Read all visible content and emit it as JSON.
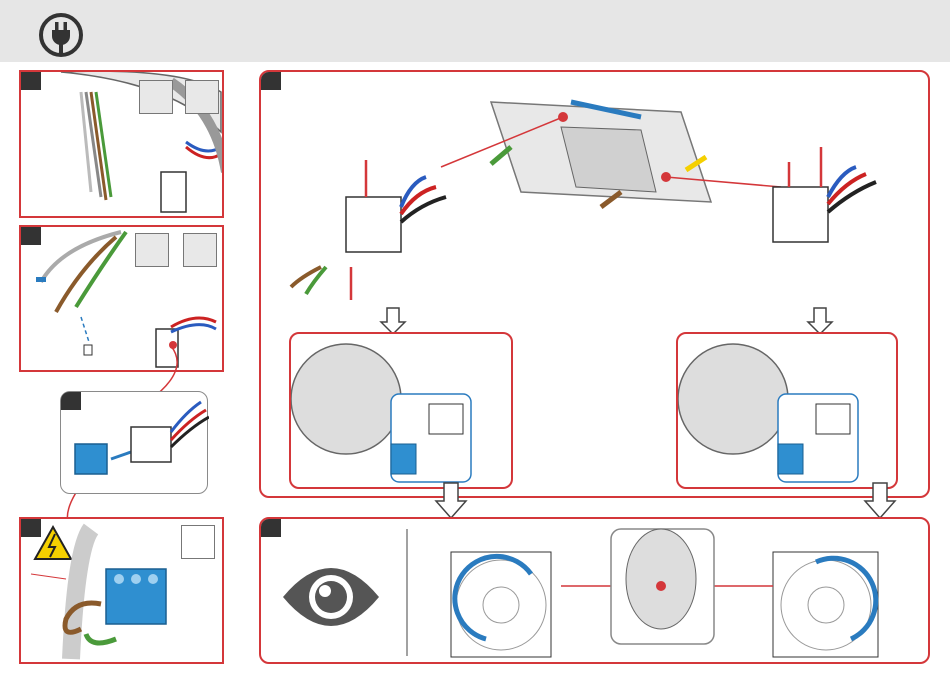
{
  "header": {
    "icon": "plug-icon",
    "background": "#e6e6e6"
  },
  "colors": {
    "accent_red": "#d4373a",
    "blue_arrow": "#2a7bbf",
    "connector_blue": "#2f8fd0",
    "eye_gray": "#555555"
  },
  "steps": [
    {
      "id": 1,
      "icons": [
        "wire-stripper-icon",
        "crimp-pliers-icon"
      ]
    },
    {
      "id": 2,
      "icons": [
        "ferrule-icon",
        "pliers-icon"
      ]
    },
    {
      "id": 3,
      "icons": [
        "connector-icon"
      ]
    },
    {
      "id": 4,
      "icons": [
        "high-voltage-warning-icon",
        "screwdriver-icon"
      ]
    },
    {
      "id": 5,
      "icons": [
        "duct-mount-icon"
      ]
    },
    {
      "id": 6,
      "icons": [
        "eye-icon",
        "rotation-arrow-icon"
      ]
    }
  ]
}
